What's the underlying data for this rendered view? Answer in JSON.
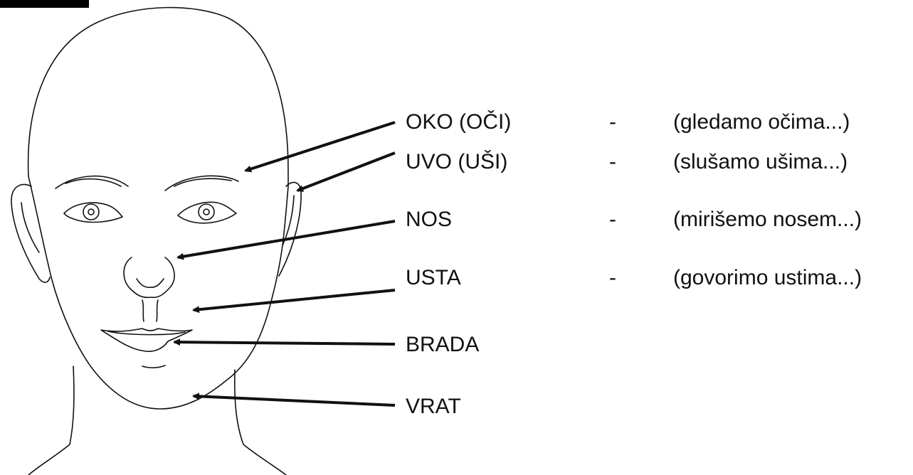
{
  "parts": [
    {
      "id": "oko",
      "name": "OKO (OČI)",
      "dash": "-",
      "desc": "(gledamo očima...)"
    },
    {
      "id": "uvo",
      "name": "UVO (UŠI)",
      "dash": "-",
      "desc": "(slušamo ušima...)"
    },
    {
      "id": "nos",
      "name": "NOS",
      "dash": "-",
      "desc": "(mirišemo nosem...)"
    },
    {
      "id": "usta",
      "name": "USTA",
      "dash": "-",
      "desc": "(govorimo ustima...)"
    },
    {
      "id": "brada",
      "name": "BRADA"
    },
    {
      "id": "vrat",
      "name": "VRAT"
    }
  ],
  "colors": {
    "ink": "#111111",
    "corner_block": "#000000"
  },
  "icons": {
    "illustration": "human-head-line-drawing",
    "pointer": "arrow-icon"
  }
}
